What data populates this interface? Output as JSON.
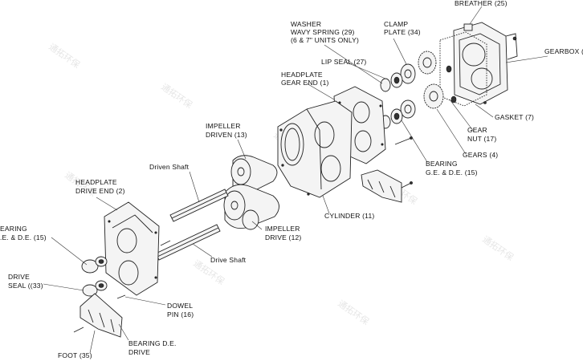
{
  "labels": {
    "breather": "BREATHER (25)",
    "gearbox": "GEARBOX (3",
    "washer_1": "WASHER",
    "washer_2": "WAVY SPRING (29)",
    "washer_3": "(6 & 7\" UNITS ONLY)",
    "clamp_1": "CLAMP",
    "clamp_2": "PLATE (34)",
    "lip_seal": "LIP SEAL (27)",
    "headplate_ge_1": "HEADPLATE",
    "headplate_ge_2": "GEAR END (1)",
    "gasket": "GASKET (7)",
    "gear_nut_1": "GEAR",
    "gear_nut_2": "NUT (17)",
    "gears": "GEARS (4)",
    "bearing_ge_1": "BEARING",
    "bearing_ge_2": "G.E. & D.E. (15)",
    "impeller_driven_1": "IMPELLER",
    "impeller_driven_2": "DRIVEN (13)",
    "driven_shaft": "Driven Shaft",
    "headplate_de_1": "HEADPLATE",
    "headplate_de_2": "DRIVE END (2)",
    "cylinder": "CYLINDER (11)",
    "impeller_drive_1": "IMPELLER",
    "impeller_drive_2": "DRIVE (12)",
    "bearing_left_1": "EARING",
    "bearing_left_2": ".E. & D.E. (15)",
    "drive_shaft": "Drive Shaft",
    "drive_seal_1": "DRIVE",
    "drive_seal_2": "SEAL ((33)",
    "dowel_pin_1": "DOWEL",
    "dowel_pin_2": "PIN (16)",
    "bearing_de_1": "BEARING D.E.",
    "bearing_de_2": "DRIVE",
    "foot": "FOOT (35)"
  },
  "watermark": "通拓环保"
}
